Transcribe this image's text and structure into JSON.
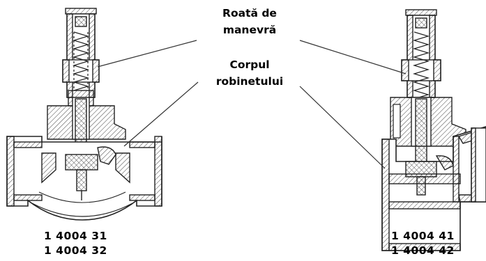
{
  "callouts": {
    "handwheel": {
      "line1": "Roată de",
      "line2": "manevră"
    },
    "body": {
      "line1": "Corpul",
      "line2": "robinetului"
    }
  },
  "variants": {
    "left": {
      "code1": "1 4004 31",
      "code2": "1 4004 32"
    },
    "right": {
      "code1": "1 4004 41",
      "code2": "1 4004 42"
    }
  },
  "colors": {
    "line": "#222222",
    "background": "#ffffff"
  }
}
